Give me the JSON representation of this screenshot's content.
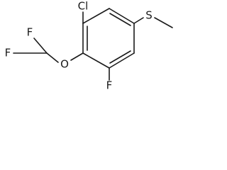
{
  "atoms": {
    "cl": "Cl",
    "s": "S",
    "o": "O",
    "f_ring": "F",
    "f_top": "F",
    "f_bottom": "F"
  }
}
